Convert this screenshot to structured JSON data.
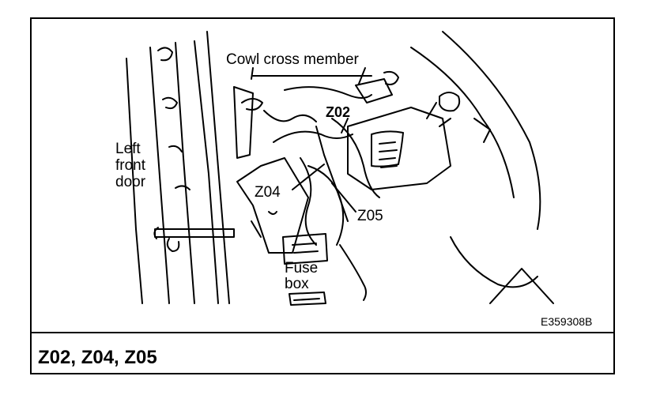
{
  "labels": {
    "cowl_cross_member": "Cowl cross member",
    "z02": "Z02",
    "left_front_door": [
      "Left",
      "front",
      "door"
    ],
    "z04": "Z04",
    "z05": "Z05",
    "fuse_box": [
      "Fuse",
      "box"
    ]
  },
  "figure_code": "E359308B",
  "caption": "Z02, Z04, Z05"
}
